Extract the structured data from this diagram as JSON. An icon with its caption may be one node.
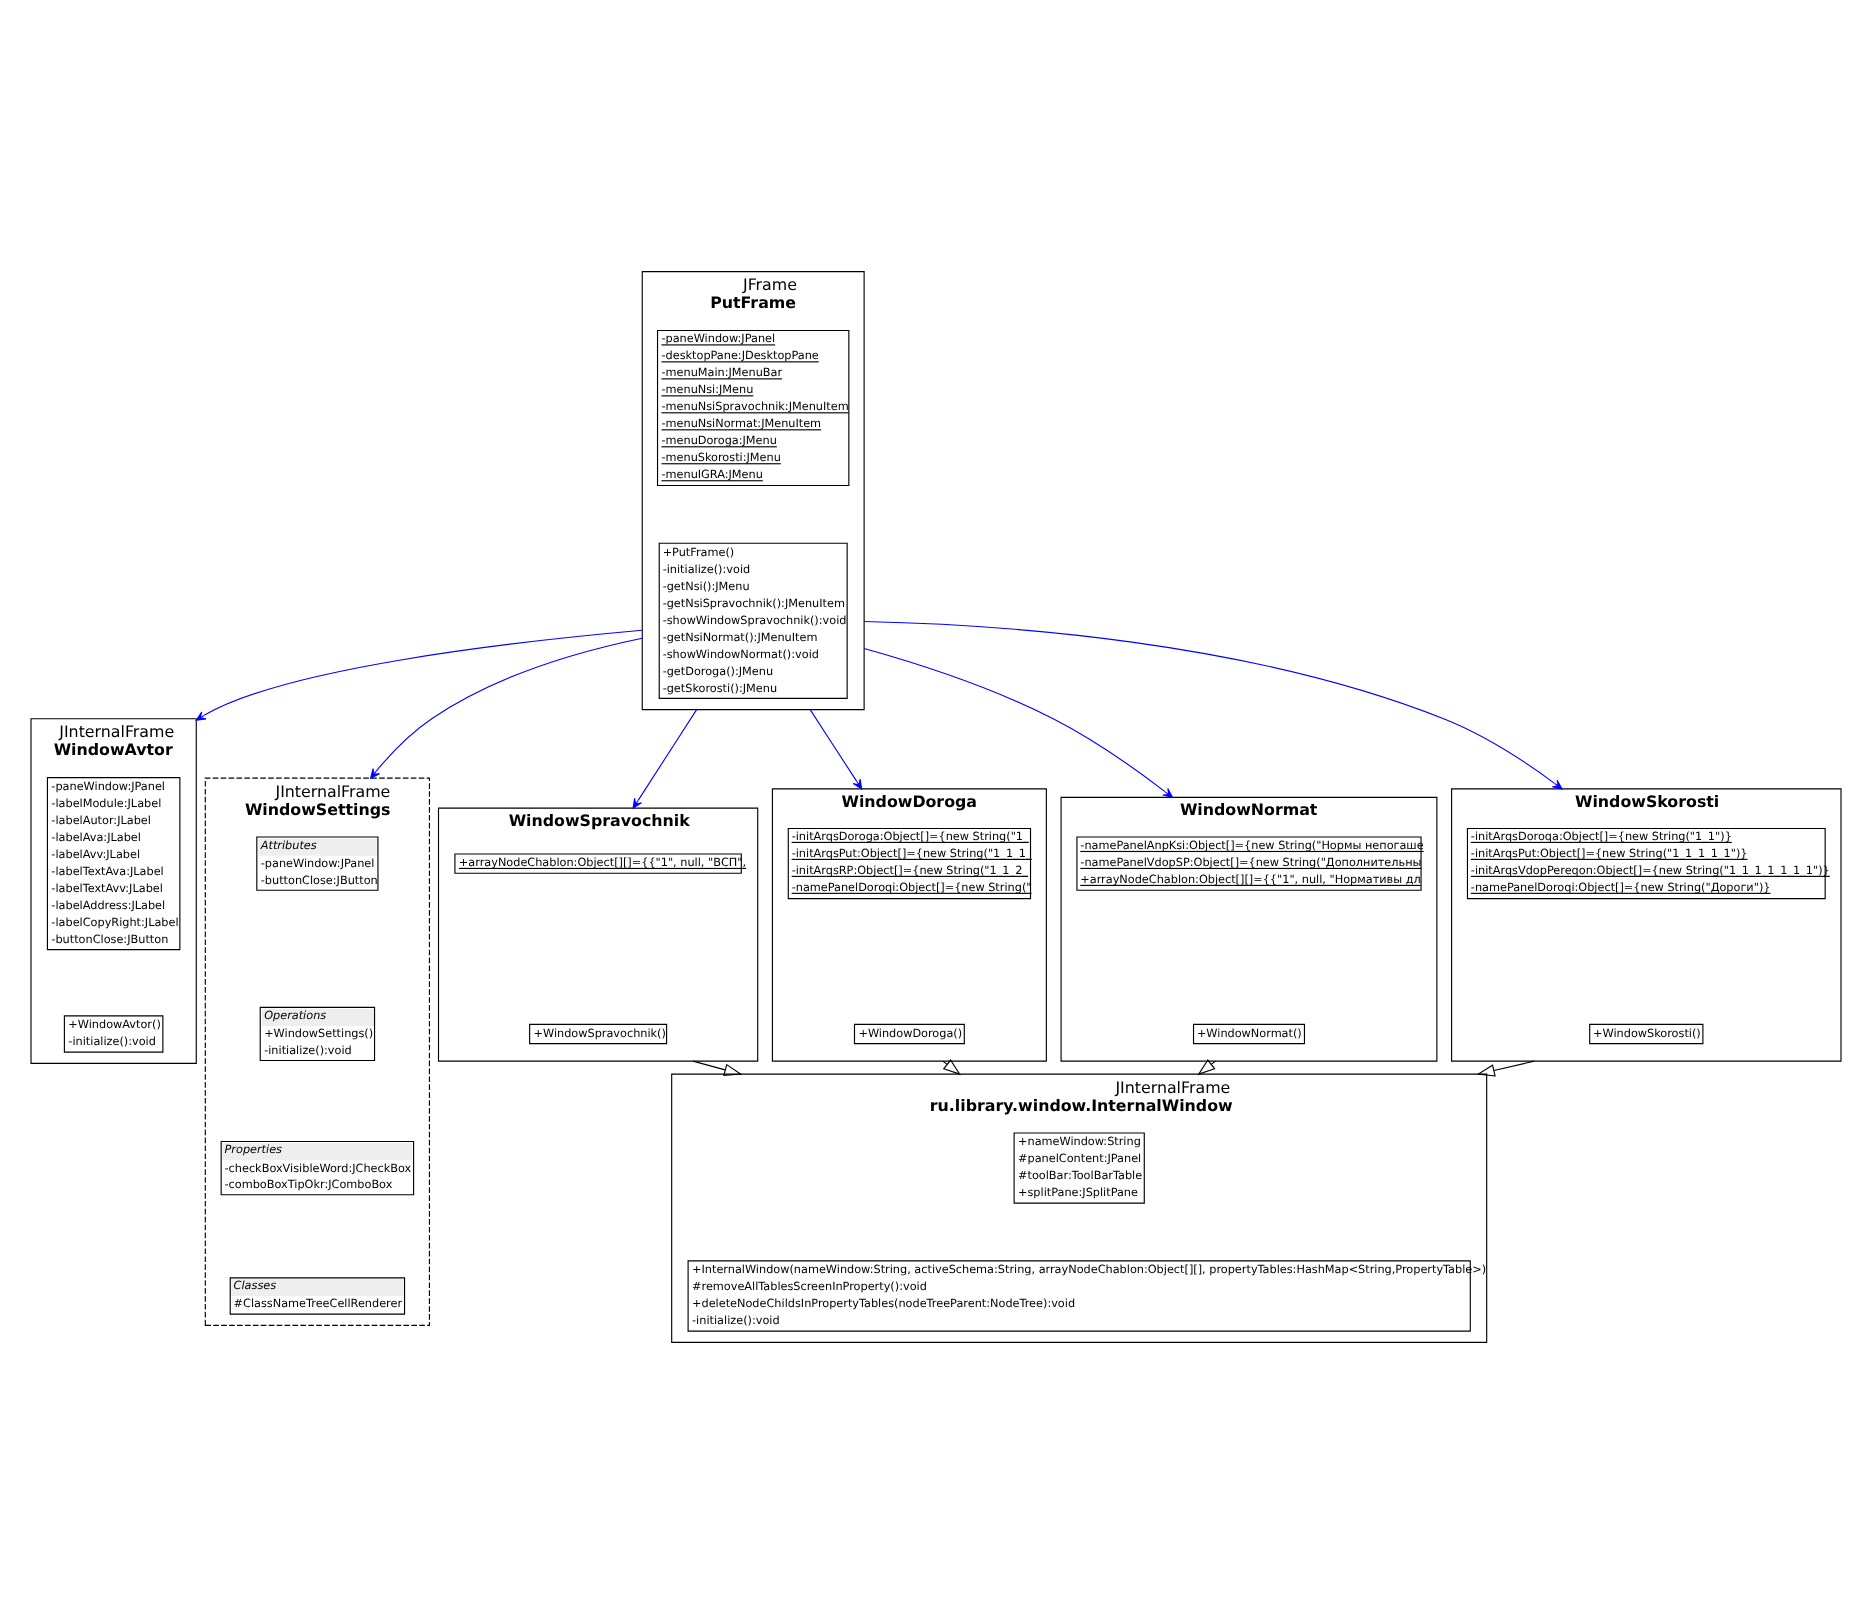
{
  "diagram": {
    "nodes": [
      {
        "text": [
          "JInternalFrame",
          "WindowAvtor"
        ]
      },
      {
        "text": [
          "-paneWindow:JPanel",
          "-labelModule:JLabel",
          "-labelAutor:JLabel",
          "-labelAva:JLabel",
          "-labelAvv:JLabel",
          "-labelTextAva:JLabel",
          "-labelTextAvv:JLabel",
          "-labelAddress:JLabel",
          "-labelCopyRight:JLabel",
          "-buttonClose:JButton"
        ],
        "in": 0
      },
      {
        "text": [
          "+WindowAvtor()",
          "-initialize():void"
        ],
        "in": 0
      },
      {
        "text": [
          "JFrame",
          "PutFrame"
        ]
      },
      {
        "text": [
          "-paneWindow:JPanel",
          "-desktopPane:JDesktopPane",
          "-menuMain:JMenuBar",
          "-menuNsi:JMenu",
          "-menuNsiSpravochnik:JMenuItem",
          "-menuNsiNormat:JMenuItem",
          "-menuDoroga:JMenu",
          "-menuSkorosti:JMenu",
          "-menuIGRA:JMenu"
        ],
        "in": 3
      },
      {
        "text": [
          "+PutFrame()",
          "-initialize():void",
          "-getNsi():JMenu",
          "-getNsiSpravochnik():JMenuItem",
          "-showWindowSpravochnik():void",
          "-getNsiNormat():JMenuItem",
          "-showWindowNormat():void",
          "-getDoroga():JMenu",
          "-getSkorosti():JMenu"
        ],
        "in": 3
      },
      {
        "text": [
          "JInternalFrame",
          "WindowSettings"
        ]
      },
      {
        "text": [
          "Attributes",
          "-paneWindow:JPanel",
          "-buttonClose:JButton"
        ],
        "in": 6
      },
      {
        "text": [
          "Operations",
          "+WindowSettings()",
          "-initialize():void"
        ],
        "in": 6
      },
      {
        "text": [
          "Properties",
          "-checkBoxVisibleWord:JCheckBox",
          "-comboBoxTipOkr:JComboBox"
        ],
        "in": 6
      },
      {
        "text": [
          "Classes",
          "#ClassNameTreeCellRenderer"
        ],
        "in": 6
      },
      {
        "text": [
          "WindowSpravochnik"
        ]
      },
      {
        "text": [
          "+arrayNodeChablon:Object[][]={{\"1\", null, \"ВСП\","
        ],
        "in": 11
      },
      {
        "text": [
          "+WindowSpravochnik()"
        ],
        "in": 11
      },
      {
        "text": [
          "WindowDoroga"
        ]
      },
      {
        "text": [
          "-initArqsDoroga:Object[]={new String(\"1_",
          "-initArqsPut:Object[]={new String(\"1_1_1_",
          "-initArqsRP:Object[]={new String(\"1_1_2_",
          "-namePanelDoroqi:Object[]={new String(\""
        ],
        "in": 14
      },
      {
        "text": [
          "+WindowDoroga()"
        ],
        "in": 14
      },
      {
        "text": [
          "WindowNormat"
        ]
      },
      {
        "text": [
          "-namePanelAnpKsi:Object[]={new String(\"Нормы непогаше",
          "-namePanelVdopSP:Object[]={new String(\"Дополнительны",
          "+arrayNodeChablon:Object[][]={{\"1\", null, \"Нормативы дл"
        ],
        "in": 17
      },
      {
        "text": [
          "+WindowNormat()"
        ],
        "in": 17
      },
      {
        "text": [
          "WindowSkorosti"
        ]
      },
      {
        "text": [
          "-initArqsDoroqa:Object[]={new String(\"1_1\")}",
          "-initArqsPut:Object[]={new String(\"1_1_1_1_1\")}",
          "-initArqsVdopPereqon:Object[]={new String(\"1_1_1_1_1_1_1\")}",
          "-namePanelDoroqi:Object[]={new String(\"Дороги\")}"
        ],
        "in": 20
      },
      {
        "text": [
          "+WindowSkorosti()"
        ],
        "in": 20
      },
      {
        "text": [
          "JInternalFrame",
          "ru.library.window.InternalWindow"
        ]
      },
      {
        "text": [
          "+nameWindow:String",
          "#panelContent:JPanel",
          "#toolBar:ToolBarTable",
          "+splitPane:JSplitPane"
        ],
        "in": 23
      },
      {
        "text": [
          "+InternalWindow(nameWindow:String, activeSchema:String, arrayNodeChablon:Object[][], propertyTables:HashMap<String,PropertyTable>)",
          "#removeAllTablesScreenInProperty():void",
          "+deleteNodeChildsInPropertyTables(nodeTreeParent:NodeTree):void",
          "-initialize():void"
        ],
        "in": 23
      }
    ],
    "edges": [
      {
        "from": 3,
        "to": 0,
        "arrow": "to"
      },
      {
        "from": 3,
        "to": 6,
        "arrow": "to"
      },
      {
        "from": 3,
        "to": 11,
        "arrow": "to"
      },
      {
        "from": 3,
        "to": 14,
        "arrow": "to"
      },
      {
        "from": 3,
        "to": 17,
        "arrow": "to"
      },
      {
        "from": 3,
        "to": 20,
        "arrow": "to"
      },
      {
        "from": 11,
        "to": 23,
        "arrow": "to",
        "color": "#000000"
      },
      {
        "from": 17,
        "to": 23,
        "arrow": "to",
        "color": "#000000"
      },
      {
        "from": 20,
        "to": 23,
        "arrow": "to",
        "color": "#000000"
      },
      {
        "from": 14,
        "to": 23,
        "arrow": "to",
        "color": "#000000"
      }
    ]
  }
}
